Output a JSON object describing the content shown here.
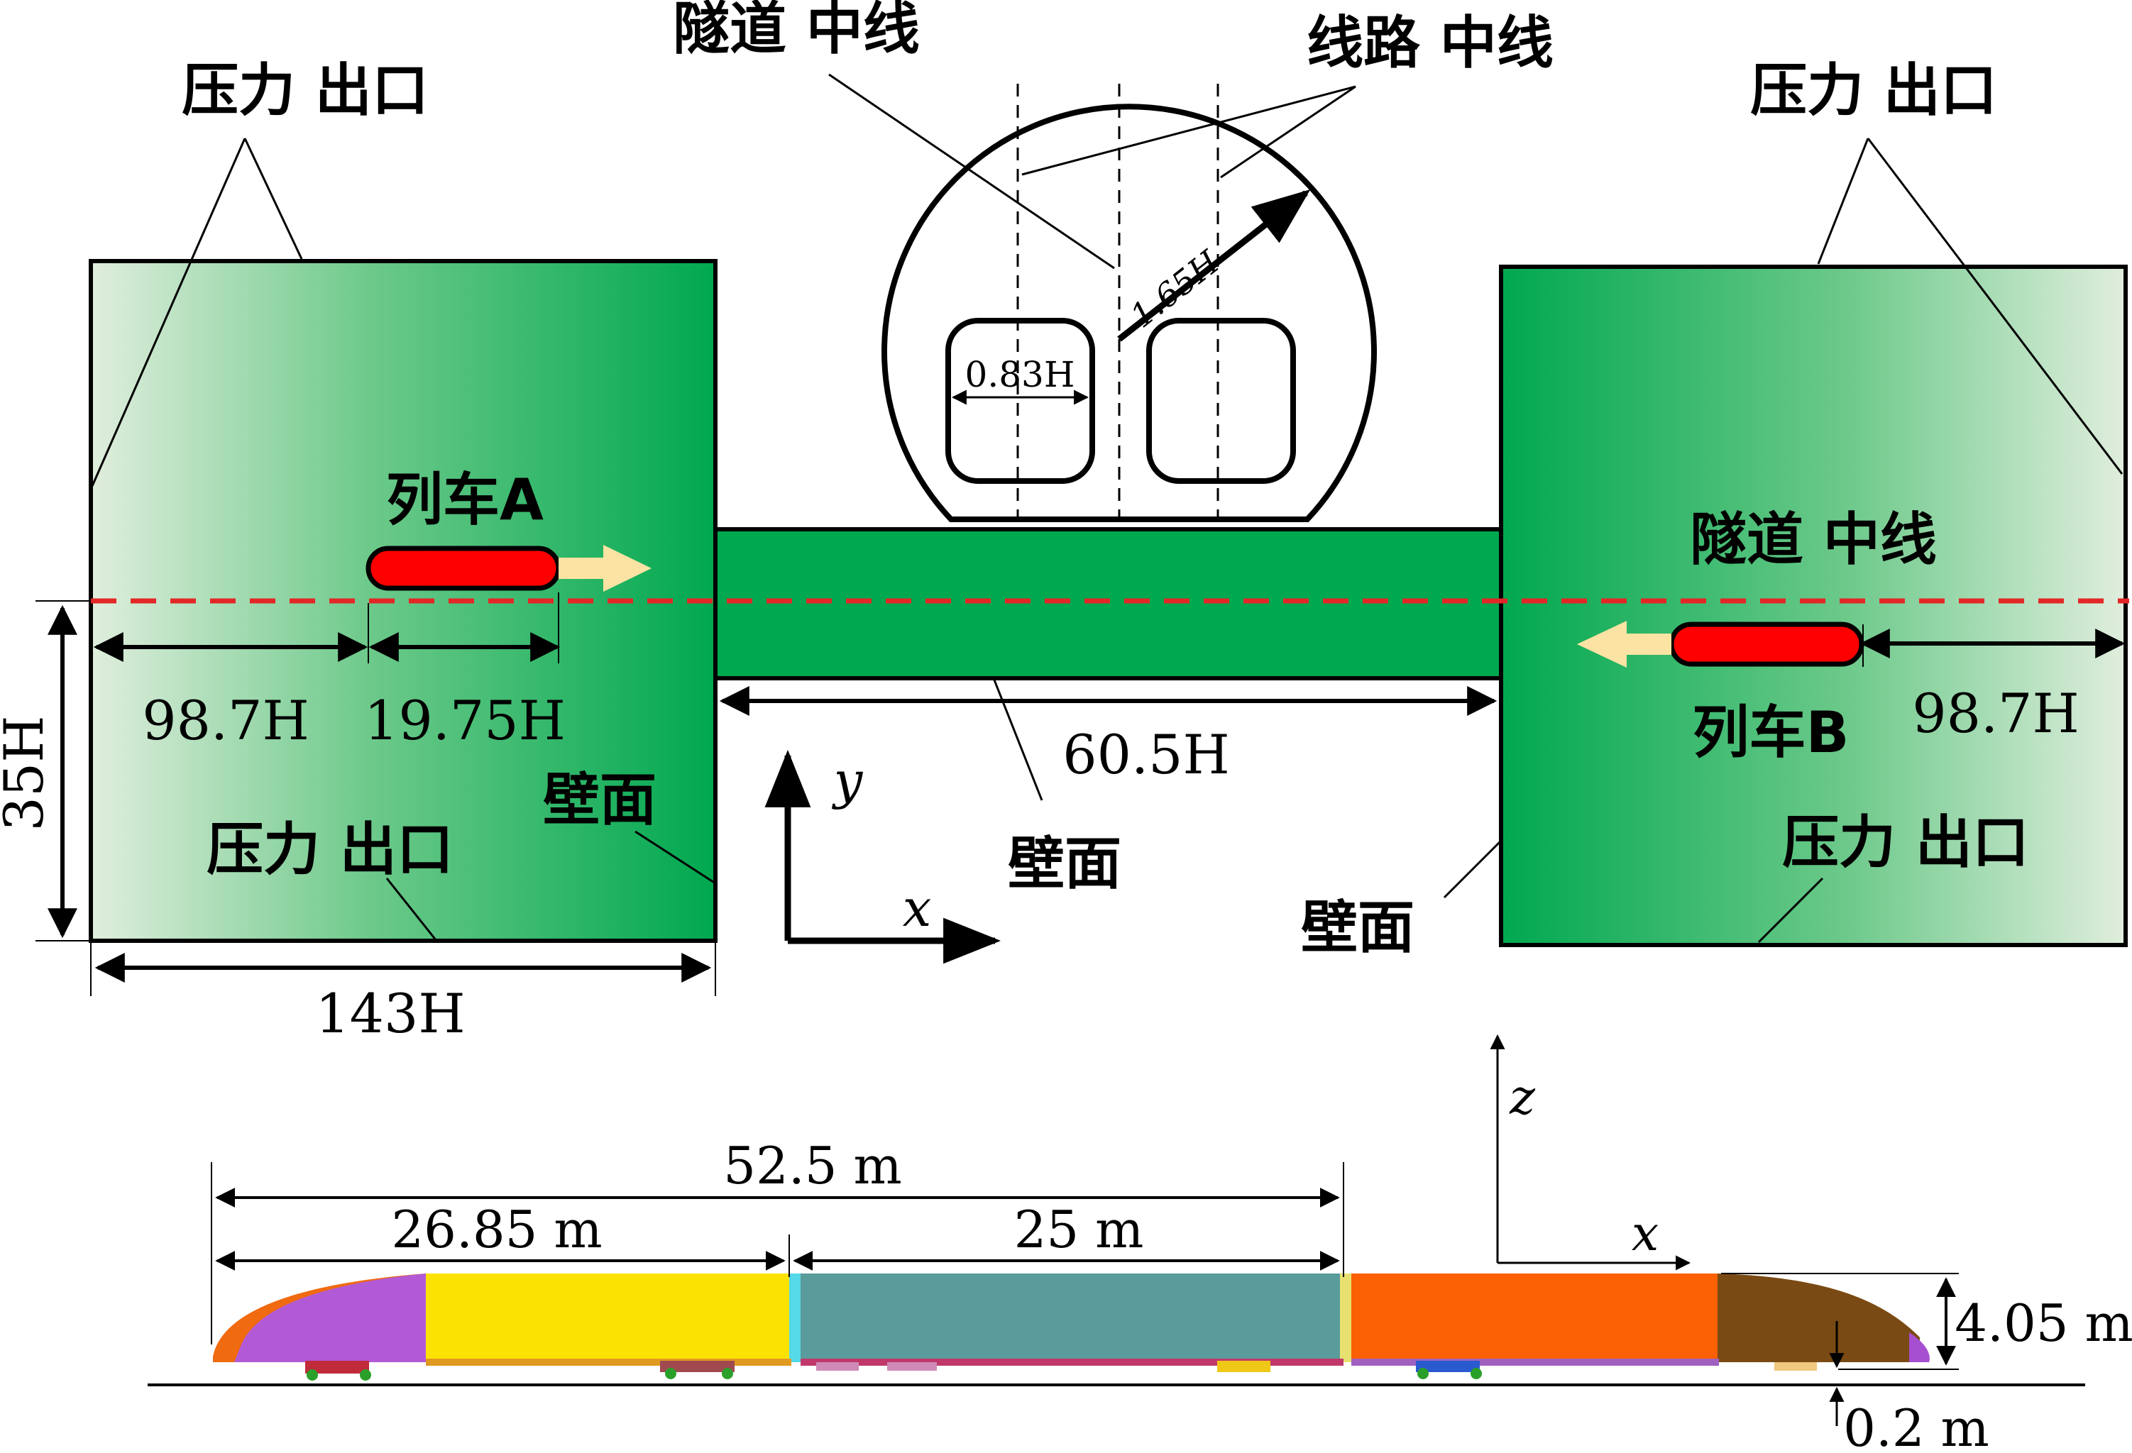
{
  "colors": {
    "domain_green": "#00a84f",
    "domain_fade": "#e0eedd",
    "train_red": "#ff0000",
    "arrow_yellow": "#fbe3a4",
    "centerline_red": "#e32727",
    "car_purple": "#b25ad6",
    "car_yellow": "#fbe203",
    "car_teal": "#5a9b9b",
    "car_orange": "#fb6103",
    "car_brown": "#7a4a14"
  },
  "top": {
    "tunnel_centerline_label": "隧道 中线",
    "track_centerline_label": "线路 中线",
    "pressure_outlet_label": "压力 出口",
    "wall_label": "壁面",
    "train_a_label": "列车A",
    "train_b_label": "列车B",
    "tunnel_centerline_label_right": "隧道 中线",
    "radius_label": "1.65H",
    "track_width_label": "0.83H",
    "dim_98_7_left": "98.7H",
    "dim_19_75": "19.75H",
    "dim_98_7_right": "98.7H",
    "dim_35": "35H",
    "dim_143": "143H",
    "dim_60_5": "60.5H",
    "axis_y": "y",
    "axis_x": "x"
  },
  "bottom": {
    "dim_total": "52.5 m",
    "dim_head": "26.85 m",
    "dim_middle": "25 m",
    "dim_height": "4.05 m",
    "dim_clearance": "0.2 m",
    "axis_z": "z",
    "axis_x": "x"
  }
}
